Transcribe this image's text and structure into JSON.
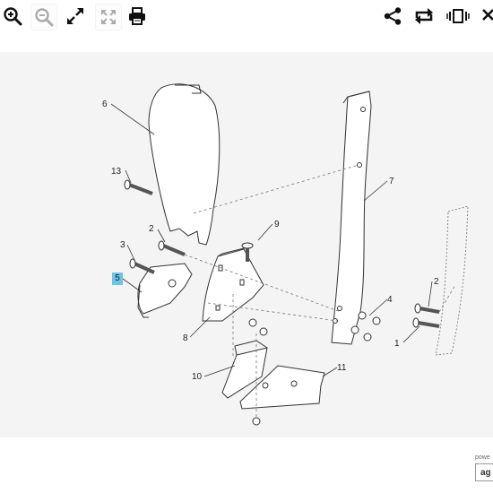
{
  "toolbar": {
    "left": [
      {
        "name": "zoom-in-icon",
        "enabled": true
      },
      {
        "name": "zoom-out-icon",
        "enabled": false
      },
      {
        "name": "expand-icon",
        "enabled": true
      },
      {
        "name": "fit-screen-icon",
        "enabled": false
      },
      {
        "name": "print-icon",
        "enabled": true
      }
    ],
    "right": [
      {
        "name": "share-icon"
      },
      {
        "name": "rotate-icon"
      },
      {
        "name": "flip-icon"
      },
      {
        "name": "more-icon"
      }
    ]
  },
  "diagram": {
    "part_labels": {
      "p1": "1",
      "p2a": "2",
      "p2b": "2",
      "p3": "3",
      "p4": "4",
      "p5": "5",
      "p6": "6",
      "p7": "7",
      "p8": "8",
      "p9": "9",
      "p10": "10",
      "p11": "11",
      "p13": "13"
    },
    "highlighted_part": "5",
    "highlight_color": "#6ec4e6"
  },
  "footer": {
    "powered_text": "powe",
    "logo_text": "ag"
  }
}
